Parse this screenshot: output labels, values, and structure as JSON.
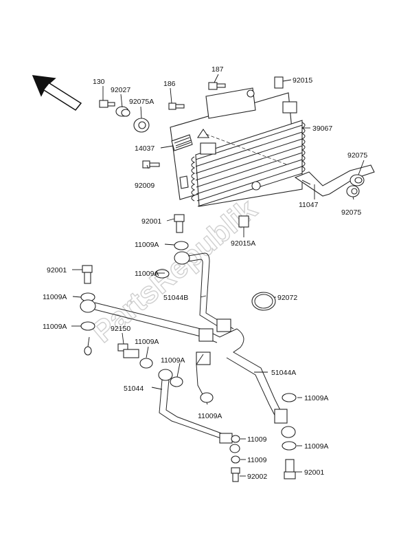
{
  "watermark": "PartsRepublik",
  "callouts": [
    {
      "id": "c130",
      "text": "130"
    },
    {
      "id": "c92027",
      "text": "92027"
    },
    {
      "id": "c186",
      "text": "186"
    },
    {
      "id": "c187",
      "text": "187"
    },
    {
      "id": "c92015",
      "text": "92015"
    },
    {
      "id": "c92075A",
      "text": "92075A"
    },
    {
      "id": "c39067",
      "text": "39067"
    },
    {
      "id": "c14037",
      "text": "14037"
    },
    {
      "id": "c92075a",
      "text": "92075"
    },
    {
      "id": "c92009",
      "text": "92009"
    },
    {
      "id": "c11047",
      "text": "11047"
    },
    {
      "id": "c92075b",
      "text": "92075"
    },
    {
      "id": "c92001a",
      "text": "92001"
    },
    {
      "id": "c92015A",
      "text": "92015A"
    },
    {
      "id": "c11009Aa",
      "text": "11009A"
    },
    {
      "id": "c92001b",
      "text": "92001"
    },
    {
      "id": "c11009Ab",
      "text": "11009A"
    },
    {
      "id": "c11009Ac",
      "text": "11009A"
    },
    {
      "id": "c51044B",
      "text": "51044B"
    },
    {
      "id": "c92072",
      "text": "92072"
    },
    {
      "id": "c11009Ad",
      "text": "11009A"
    },
    {
      "id": "c92150",
      "text": "92150"
    },
    {
      "id": "c11009Ae",
      "text": "11009A"
    },
    {
      "id": "c11009Af",
      "text": "11009A"
    },
    {
      "id": "c51044A",
      "text": "51044A"
    },
    {
      "id": "c51044",
      "text": "51044"
    },
    {
      "id": "c11009Ag",
      "text": "11009A"
    },
    {
      "id": "c11009Ah",
      "text": "11009A"
    },
    {
      "id": "c11009a",
      "text": "11009"
    },
    {
      "id": "c11009Ai",
      "text": "11009A"
    },
    {
      "id": "c11009b",
      "text": "11009"
    },
    {
      "id": "c92002",
      "text": "92002"
    },
    {
      "id": "c92001c",
      "text": "92001"
    }
  ]
}
